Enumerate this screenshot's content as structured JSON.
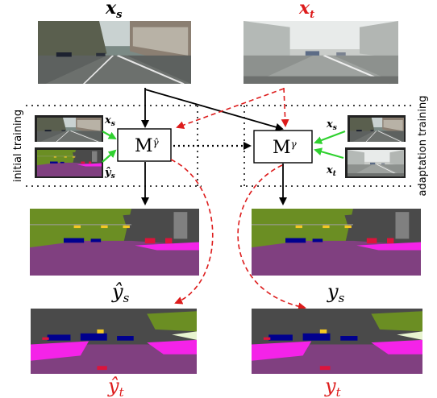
{
  "labels": {
    "xs": "x",
    "xs_sub": "s",
    "xt": "x",
    "xt_sub": "t",
    "ys_hat": "ŷ",
    "ys_hat_sub": "s",
    "ys": "y",
    "ys_sub": "s",
    "yt_hat": "ŷ",
    "yt_hat_sub": "t",
    "yt": "y",
    "yt_sub": "t"
  },
  "models": {
    "initial": {
      "main": "M",
      "sub": "γ̂"
    },
    "adapted": {
      "main": "M",
      "sub": "γ"
    }
  },
  "side_labels": {
    "left": "initial training",
    "right": "adaptation training"
  },
  "thumb_labels": {
    "left_top": "x",
    "left_top_sub": "s",
    "left_bottom": "ŷ",
    "left_bottom_sub": "s",
    "right_top": "x",
    "right_top_sub": "s",
    "right_bottom": "x",
    "right_bottom_sub": "t"
  },
  "colors": {
    "target_red": "#dd1c1c",
    "green_arrow": "#2fd12f",
    "black": "#000000",
    "road": "#804080",
    "building": "#4a4a4a",
    "vegetation": "#6b8e23",
    "car": "#00008e",
    "sidewalk": "#f423e8",
    "sky": "#4682b4",
    "person": "#dc143c"
  }
}
